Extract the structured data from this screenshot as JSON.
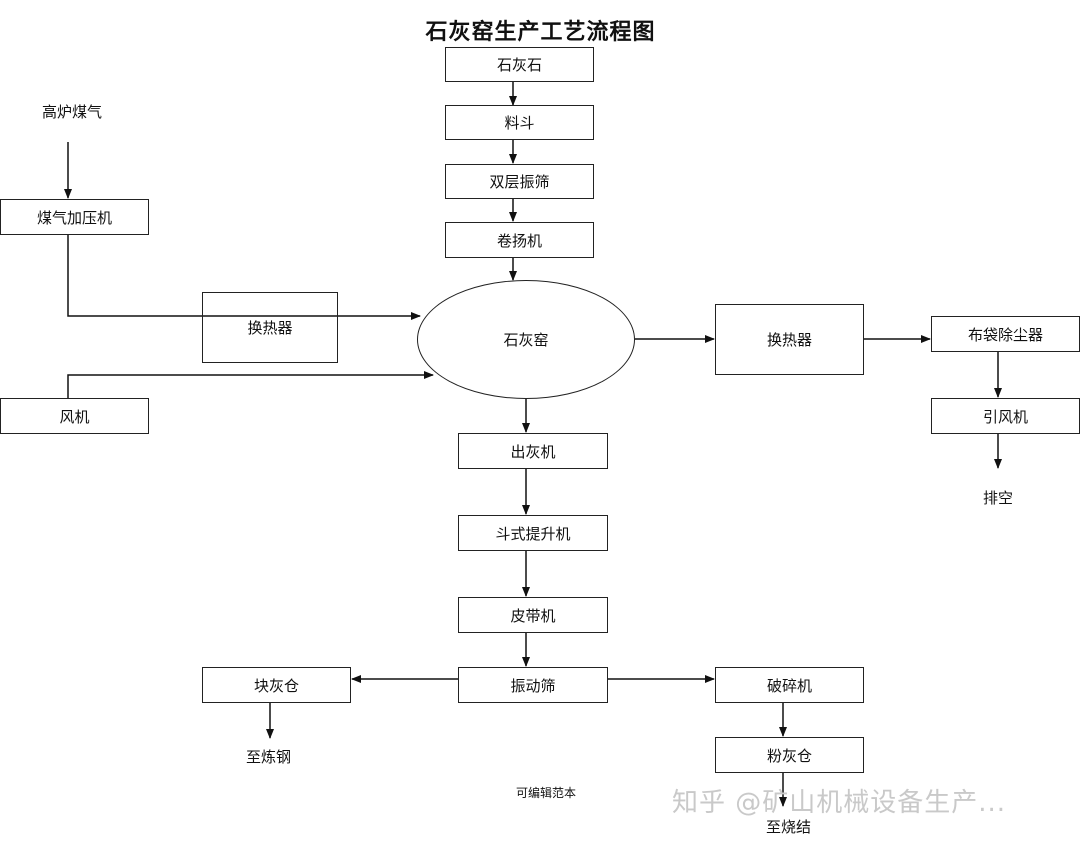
{
  "title": "石灰窑生产工艺流程图",
  "nodes": {
    "limestone": "石灰石",
    "hopper": "料斗",
    "double_screen": "双层振筛",
    "hoist": "卷扬机",
    "kiln": "石灰窑",
    "blast_furnace_gas": "高炉煤气",
    "gas_booster": "煤气加压机",
    "heat_exchanger_left": "换热器",
    "fan": "风机",
    "heat_exchanger_right": "换热器",
    "bag_filter": "布袋除尘器",
    "induced_fan": "引风机",
    "exhaust": "排空",
    "ash_discharger": "出灰机",
    "bucket_elevator": "斗式提升机",
    "belt_conveyor": "皮带机",
    "vibrating_screen": "振动筛",
    "lump_lime_bin": "块灰仓",
    "to_steelmaking": "至炼钢",
    "crusher": "破碎机",
    "powder_lime_bin": "粉灰仓",
    "to_sintering": "至烧结"
  },
  "footer": "可编辑范本",
  "watermark": "知乎 @矿山机械设备生产..."
}
